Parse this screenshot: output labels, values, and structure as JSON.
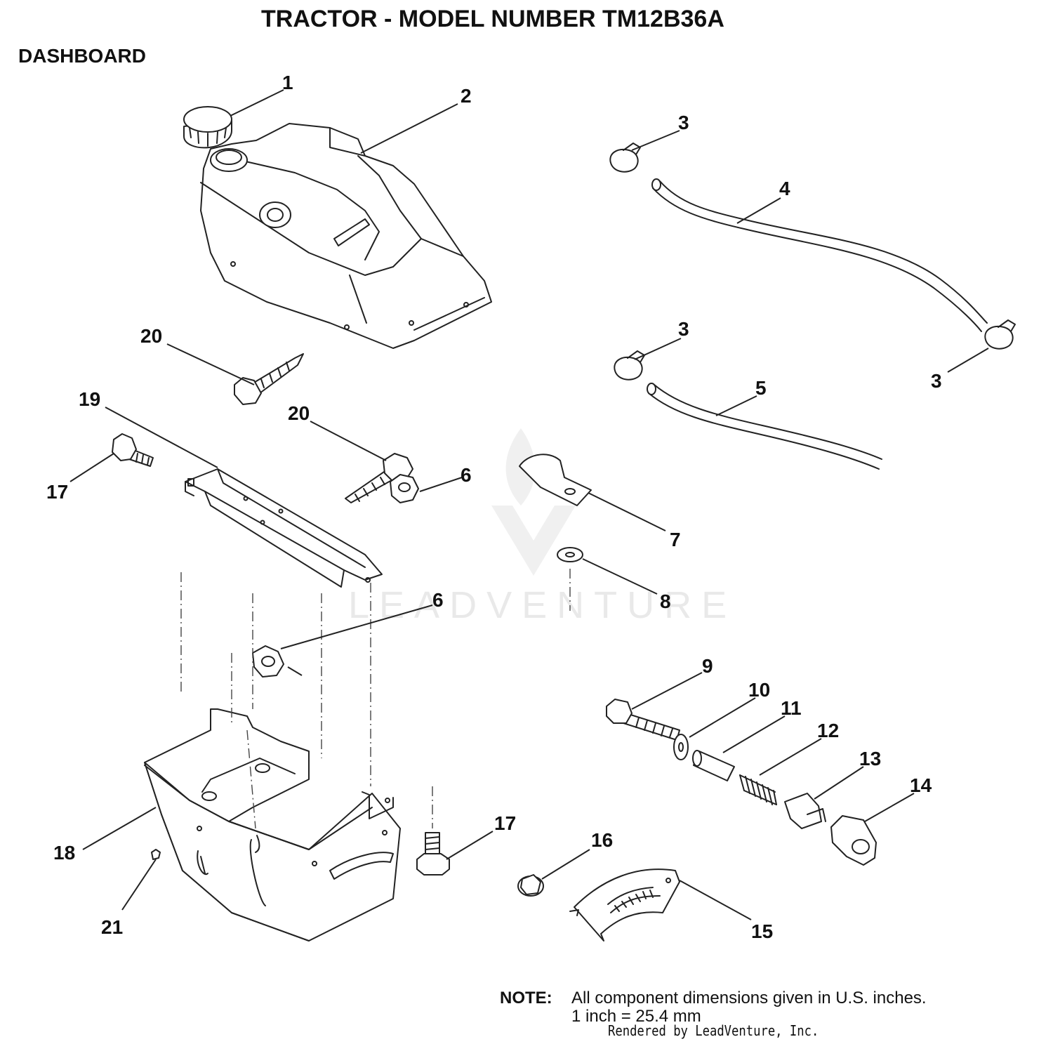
{
  "title": "TRACTOR  - MODEL NUMBER TM12B36A",
  "section_label": "DASHBOARD",
  "watermark": "LEADVENTURE",
  "callouts": [
    "1",
    "2",
    "3",
    "4",
    "3",
    "3",
    "5",
    "20",
    "19",
    "20",
    "17",
    "6",
    "7",
    "8",
    "6",
    "9",
    "10",
    "11",
    "12",
    "13",
    "14",
    "18",
    "17",
    "16",
    "15",
    "21"
  ],
  "note": {
    "label": "NOTE:",
    "line1": "All component dimensions given in U.S. inches.",
    "line2": "1 inch = 25.4 mm"
  },
  "rendered_by": "Rendered by LeadVenture, Inc."
}
